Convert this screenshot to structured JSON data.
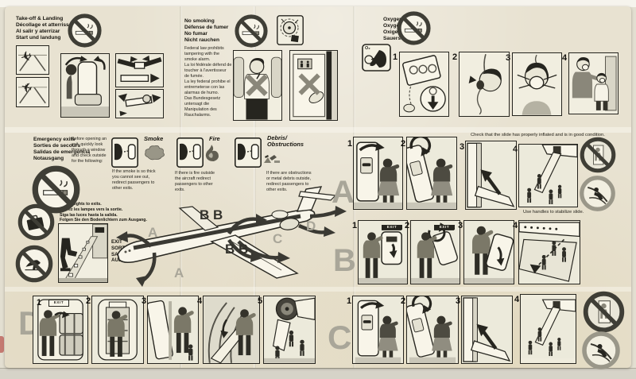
{
  "colors": {
    "card_background": "#e8e2d1",
    "ink": "#26251f",
    "gray_letter": "#a9a699",
    "prohibition_ring": "#3f3e36",
    "red_edge_mark": "#b4443e"
  },
  "icons": [
    "no-smoking-icon",
    "smoke-alarm-icon",
    "oxygen-mask-icon",
    "airplane-icon",
    "eye-through-window-icon",
    "smoke-cloud-icon",
    "fire-icon",
    "debris-icon",
    "no-baggage-icon",
    "no-high-heels-icon",
    "no-standing-in-exit-icon",
    "slide-posture-icon",
    "floor-lights-icon",
    "seat-upright-icon",
    "seatbelt-icon"
  ],
  "takeoff": {
    "title": [
      "Take-off & Landing",
      "Décollage et atterrissage",
      "Al salir y aterrizar",
      "Start und landung"
    ]
  },
  "no_smoking": {
    "title": [
      "No smoking",
      "Défense de fumer",
      "No fumar",
      "Nicht rauchen"
    ],
    "paragraphs": [
      "Federal law prohibits tampering with the smoke alarm.",
      "La loi fédérale défend de toucher à l'avertisseur de fumée.",
      "La ley federal prohibe el entremeterse con las alarmas de humo.",
      "Das Bundesgesetz untersagt die Manipulation des Rauchalarms."
    ]
  },
  "oxygen": {
    "title": [
      "Oxygen",
      "Oxygène",
      "Oxigeno",
      "Sauerstoff"
    ],
    "o2_label": "O₂",
    "steps": [
      "1",
      "2",
      "3",
      "4"
    ]
  },
  "emergency": {
    "title": [
      "Emergency exits",
      "Sorties de secours",
      "Salidas de emergencia",
      "Notausgang"
    ],
    "before_text": "Before opening an exit, quickly look through a window and check outside for the following:",
    "hazards": [
      {
        "name": "Smoke",
        "caption": "If the smoke is so thick you cannot see out, redirect passengers to other exits."
      },
      {
        "name": "Fire",
        "caption": "If there is fire outside the aircraft redirect passengers to other exits."
      },
      {
        "name": "Debris/\nObstructions",
        "caption": "If there are obstructions or metal debris outside, redirect passengers to other exits."
      }
    ],
    "follow_lights": [
      "Follow lights to exits.",
      "Suivez les lampes vers la sortie.",
      "Siga las luces hasta la salida.",
      "Folgen Sie den Bodenlichtern zum Ausgang."
    ],
    "exit_words": [
      "EXIT",
      "SORTIE",
      "SALIDA",
      "AUSGANG"
    ]
  },
  "plane": {
    "front_upper": "A",
    "front_lower": "A",
    "overwing_upper": "B B",
    "overwing_lower": "B B",
    "rear": "C",
    "tail": "D"
  },
  "sequences": {
    "a": {
      "letter": "A",
      "steps": [
        "1",
        "2",
        "3",
        "4"
      ],
      "note_top": "Check that the slide has properly inflated and is in good condition.",
      "note_bottom": "Use handles to stabilize slide."
    },
    "b": {
      "letter": "B",
      "steps": [
        "1",
        "2",
        "3",
        "4"
      ],
      "exit_sign": "EXIT"
    },
    "c": {
      "letter": "C",
      "steps": [
        "1",
        "2",
        "3",
        "4"
      ]
    },
    "d": {
      "letter": "D",
      "steps": [
        "1",
        "2",
        "3",
        "4",
        "5"
      ],
      "exit_sign": "EXIT"
    }
  }
}
